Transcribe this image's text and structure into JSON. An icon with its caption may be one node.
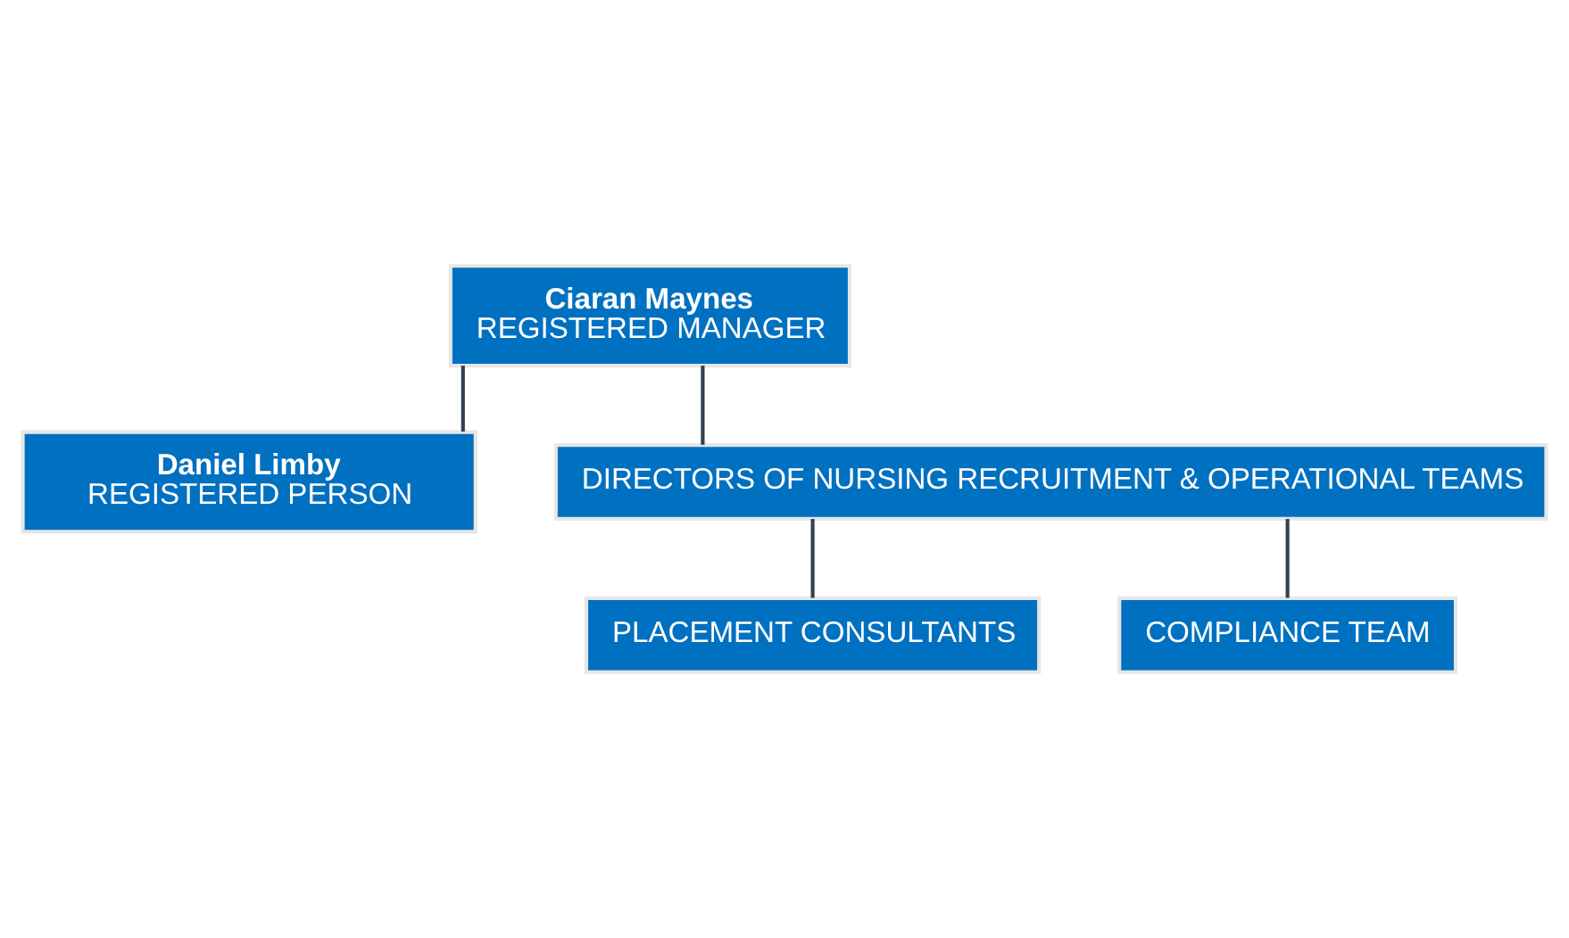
{
  "diagram": {
    "nodes": [
      {
        "text": [
          "Ciaran Maynes",
          "REGISTERED MANAGER"
        ]
      },
      {
        "text": [
          "Daniel Limby",
          "REGISTERED PERSON"
        ]
      },
      {
        "text": [
          "DIRECTORS OF NURSING RECRUITMENT & OPERATIONAL TEAMS"
        ]
      },
      {
        "text": [
          "PLACEMENT CONSULTANTS"
        ]
      },
      {
        "text": [
          "COMPLIANCE TEAM"
        ]
      }
    ],
    "edges": [
      {
        "from": 0,
        "to": 1,
        "arrow": "none"
      },
      {
        "from": 0,
        "to": 2,
        "arrow": "none"
      },
      {
        "from": 2,
        "to": 3,
        "arrow": "none"
      },
      {
        "from": 2,
        "to": 4,
        "arrow": "none"
      }
    ]
  }
}
